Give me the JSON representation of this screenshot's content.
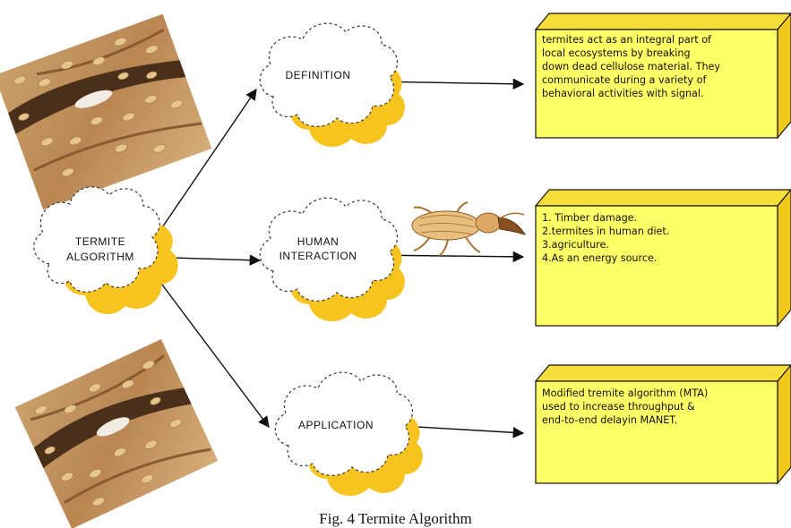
{
  "diagram": {
    "root": {
      "lines": [
        "TERMITE",
        "ALGORITHM"
      ]
    },
    "branches": [
      {
        "id": "definition",
        "cloud_lines": [
          "DEFINITION"
        ],
        "box_lines": [
          "termites act as an integral part of",
          "local ecosystems by breaking",
          "down dead cellulose material. They",
          "communicate during a variety of",
          "behavioral activities with signal."
        ]
      },
      {
        "id": "human-interaction",
        "cloud_lines": [
          "HUMAN",
          "INTERACTION"
        ],
        "box_lines": [
          "1. Timber damage.",
          "2.termites in human diet.",
          "3.agriculture.",
          "4.As an energy source."
        ]
      },
      {
        "id": "application",
        "cloud_lines": [
          "APPLICATION"
        ],
        "box_lines": [
          "Modified tremite algorithm (MTA)",
          "used to increase throughput &",
          "end-to-end delayin MANET."
        ]
      }
    ],
    "colors": {
      "cloud_fill": "#f7c41f",
      "box_fill": "#ffff66",
      "box_side": "#f2c81a",
      "box_top": "#f8de3a",
      "line": "#111111",
      "wood_light": "#c89a62",
      "wood_dark": "#5a3b22",
      "termite_body": "#e8bf7c"
    }
  },
  "caption": "Fig. 4 Termite Algorithm"
}
